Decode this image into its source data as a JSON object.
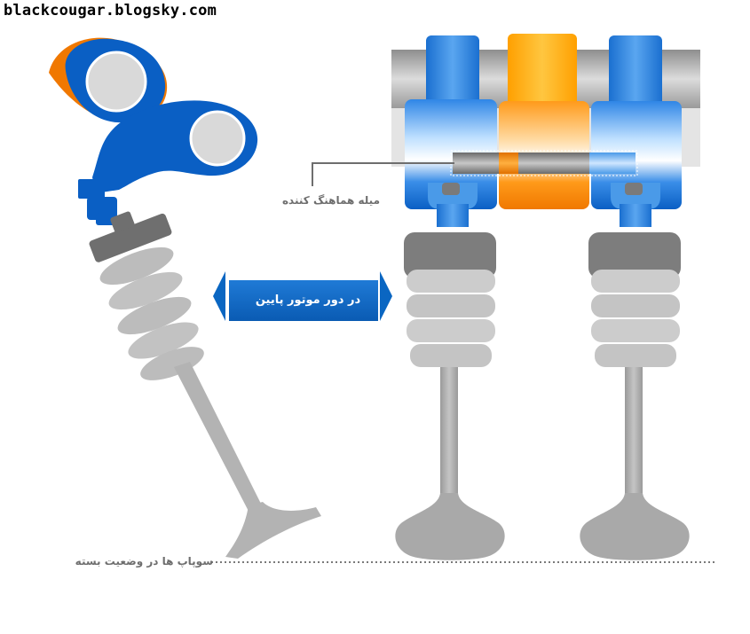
{
  "watermark": "blackcougar.blogsky.com",
  "labels": {
    "sync_pin": "میله هماهنگ کننده",
    "engine_state": "در دور موتور پایین",
    "valves_closed": "سوپاپ ها در وضعیت بسته"
  },
  "colors": {
    "rocker_blue": "#0a5fc4",
    "cam_orange": "#f07800",
    "rocker_orange": "#ff8a00",
    "spring_gray": "#b7b7b7",
    "valve_gray": "#a9a9a9",
    "label_gray": "#6e6e6e",
    "banner_blue": "#0a66c2"
  }
}
